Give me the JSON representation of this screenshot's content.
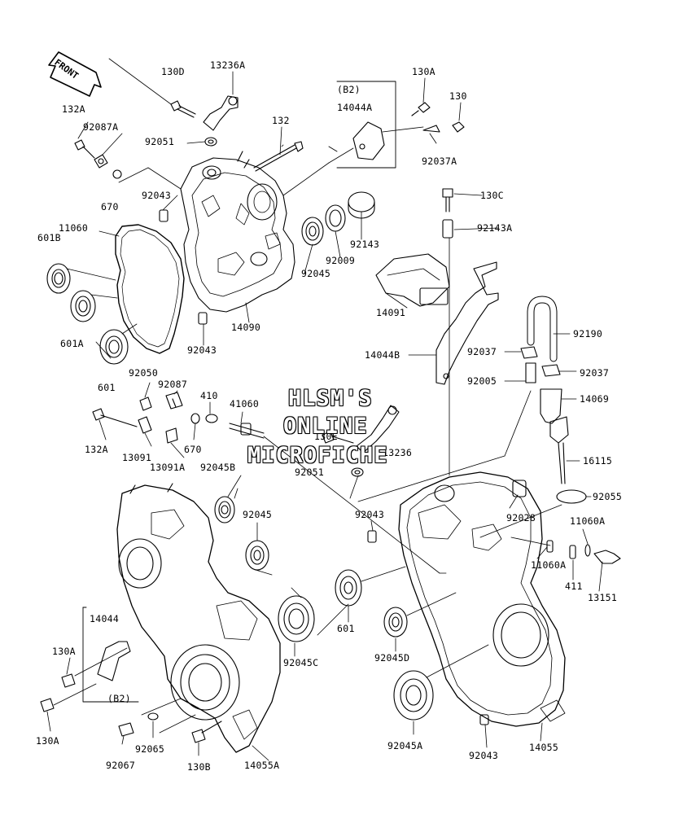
{
  "orientation": {
    "arrow_label": "FRONT"
  },
  "watermark": {
    "line1": "HLSM'S",
    "line2": "ONLINE",
    "line3": "MICROFICHE"
  },
  "callouts": [
    {
      "id": "c1",
      "text": "130D"
    },
    {
      "id": "c2",
      "text": "13236A"
    },
    {
      "id": "c3",
      "text": "130A"
    },
    {
      "id": "c4",
      "text": "(B2)"
    },
    {
      "id": "c5",
      "text": "14044A"
    },
    {
      "id": "c6",
      "text": "130"
    },
    {
      "id": "c7",
      "text": "132A"
    },
    {
      "id": "c8",
      "text": "92087A"
    },
    {
      "id": "c9",
      "text": "92051"
    },
    {
      "id": "c10",
      "text": "132"
    },
    {
      "id": "c11",
      "text": "92037A"
    },
    {
      "id": "c12",
      "text": "670"
    },
    {
      "id": "c13",
      "text": "92043"
    },
    {
      "id": "c14",
      "text": "130C"
    },
    {
      "id": "c15",
      "text": "11060"
    },
    {
      "id": "c16",
      "text": "92143A"
    },
    {
      "id": "c17",
      "text": "601B"
    },
    {
      "id": "c18",
      "text": "92143"
    },
    {
      "id": "c19",
      "text": "92009"
    },
    {
      "id": "c20",
      "text": "92045"
    },
    {
      "id": "c21",
      "text": "14091"
    },
    {
      "id": "c22",
      "text": "14090"
    },
    {
      "id": "c23",
      "text": "601A"
    },
    {
      "id": "c24",
      "text": "92190"
    },
    {
      "id": "c25",
      "text": "92043"
    },
    {
      "id": "c26",
      "text": "14044B"
    },
    {
      "id": "c27",
      "text": "92037"
    },
    {
      "id": "c28",
      "text": "92037"
    },
    {
      "id": "c29",
      "text": "92005"
    },
    {
      "id": "c30",
      "text": "601"
    },
    {
      "id": "c31",
      "text": "92050"
    },
    {
      "id": "c32",
      "text": "92087"
    },
    {
      "id": "c33",
      "text": "410"
    },
    {
      "id": "c34",
      "text": "41060"
    },
    {
      "id": "c35",
      "text": "14069"
    },
    {
      "id": "c36",
      "text": "132A"
    },
    {
      "id": "c37",
      "text": "13091"
    },
    {
      "id": "c38",
      "text": "13091A"
    },
    {
      "id": "c39",
      "text": "670"
    },
    {
      "id": "c40",
      "text": "130E"
    },
    {
      "id": "c41",
      "text": "13236"
    },
    {
      "id": "c42",
      "text": "92045B"
    },
    {
      "id": "c43",
      "text": "92051"
    },
    {
      "id": "c44",
      "text": "16115"
    },
    {
      "id": "c45",
      "text": "92055"
    },
    {
      "id": "c46",
      "text": "92045"
    },
    {
      "id": "c47",
      "text": "92043"
    },
    {
      "id": "c48",
      "text": "92028"
    },
    {
      "id": "c49",
      "text": "11060A"
    },
    {
      "id": "c50",
      "text": "11060A"
    },
    {
      "id": "c51",
      "text": "411"
    },
    {
      "id": "c52",
      "text": "13151"
    },
    {
      "id": "c53",
      "text": "14044"
    },
    {
      "id": "c54",
      "text": "601"
    },
    {
      "id": "c55",
      "text": "130A"
    },
    {
      "id": "c56",
      "text": "92045C"
    },
    {
      "id": "c57",
      "text": "92045D"
    },
    {
      "id": "c58",
      "text": "(B2)"
    },
    {
      "id": "c59",
      "text": "130A"
    },
    {
      "id": "c60",
      "text": "92065"
    },
    {
      "id": "c61",
      "text": "92045A"
    },
    {
      "id": "c62",
      "text": "92043"
    },
    {
      "id": "c63",
      "text": "14055"
    },
    {
      "id": "c64",
      "text": "92067"
    },
    {
      "id": "c65",
      "text": "130B"
    },
    {
      "id": "c66",
      "text": "14055A"
    }
  ]
}
